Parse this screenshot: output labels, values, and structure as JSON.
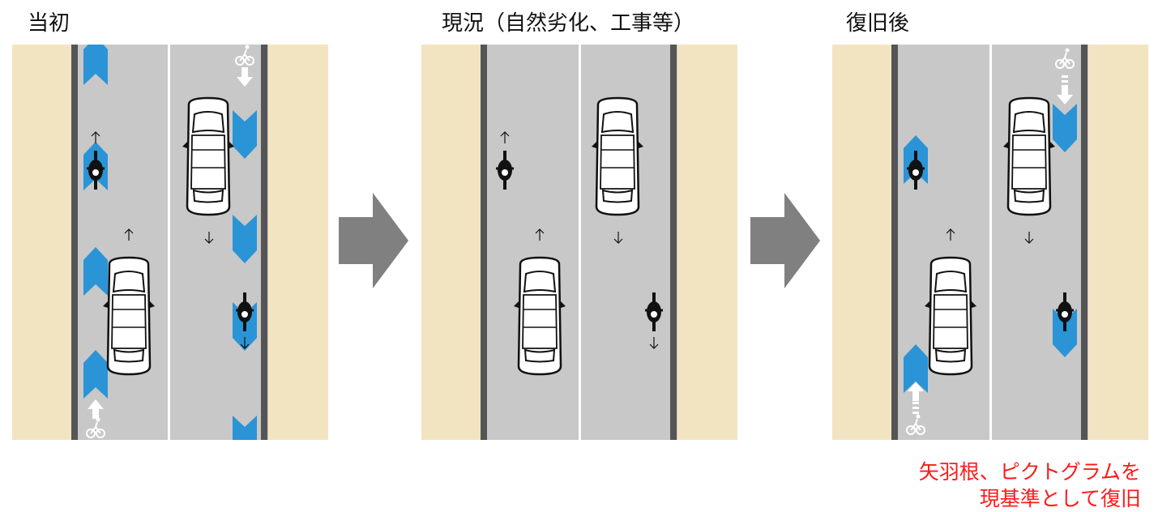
{
  "panels": [
    {
      "id": "initial",
      "title": "当初"
    },
    {
      "id": "current",
      "title": "現況（自然劣化、工事等）"
    },
    {
      "id": "restored",
      "title": "復旧後"
    }
  ],
  "note": {
    "line1": "矢羽根、ピクトグラムを",
    "line2": "現基準として復旧"
  },
  "colors": {
    "sidewalk": "#f3e4c1",
    "road": "#c8c8c8",
    "curb": "#555555",
    "marking": "#ffffff",
    "arrow_blue": "#2a94d6",
    "transition_arrow": "#808080",
    "note": "#ff1a1a"
  },
  "icons": [
    "blue-chevron-arrow-icon",
    "car-icon",
    "motorcycle-icon",
    "bicycle-pictogram-icon",
    "direction-arrow-icon",
    "transition-arrow-icon"
  ]
}
